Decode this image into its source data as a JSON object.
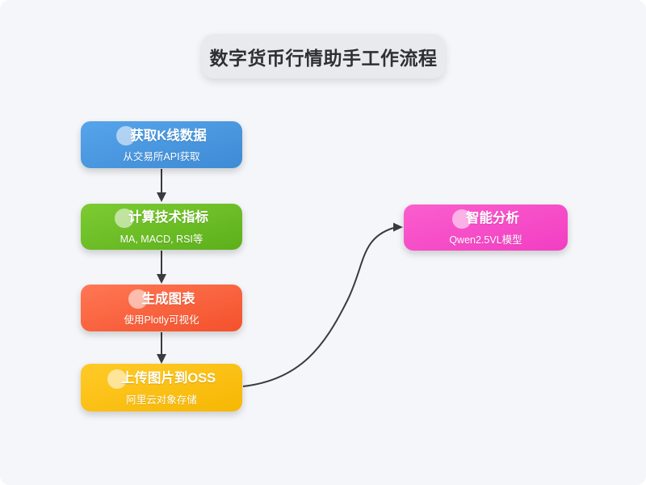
{
  "page": {
    "background_color": "#F5F6F9",
    "title": "数字货币行情助手工作流程",
    "title_box_color": "#E9EAED",
    "title_text_color": "#2F3033"
  },
  "flowchart": {
    "nodes": [
      {
        "id": "fetch-kline",
        "title": "获取K线数据",
        "subtitle": "从交易所API获取",
        "colors": {
          "from": "#56A4EA",
          "to": "#3E8BD5"
        }
      },
      {
        "id": "compute-indicators",
        "title": "计算技术指标",
        "subtitle": "MA, MACD, RSI等",
        "colors": {
          "from": "#7DCB33",
          "to": "#5CB01A"
        }
      },
      {
        "id": "generate-chart",
        "title": "生成图表",
        "subtitle": "使用Plotly可视化",
        "colors": {
          "from": "#FF7754",
          "to": "#F4512C"
        }
      },
      {
        "id": "upload-oss",
        "title": "上传图片到OSS",
        "subtitle": "阿里云对象存储",
        "colors": {
          "from": "#FFCA28",
          "to": "#F7B703"
        }
      },
      {
        "id": "ai-analysis",
        "title": "智能分析",
        "subtitle": "Qwen2.5VL模型",
        "colors": {
          "from": "#FA5ECD",
          "to": "#F23EC3"
        }
      }
    ],
    "connectors": [
      {
        "from": "fetch-kline",
        "to": "compute-indicators",
        "style": "straight-down"
      },
      {
        "from": "compute-indicators",
        "to": "generate-chart",
        "style": "straight-down"
      },
      {
        "from": "generate-chart",
        "to": "upload-oss",
        "style": "straight-down"
      },
      {
        "from": "upload-oss",
        "to": "ai-analysis",
        "style": "s-curve-right"
      }
    ],
    "connector_color": "#3B3B3F"
  }
}
